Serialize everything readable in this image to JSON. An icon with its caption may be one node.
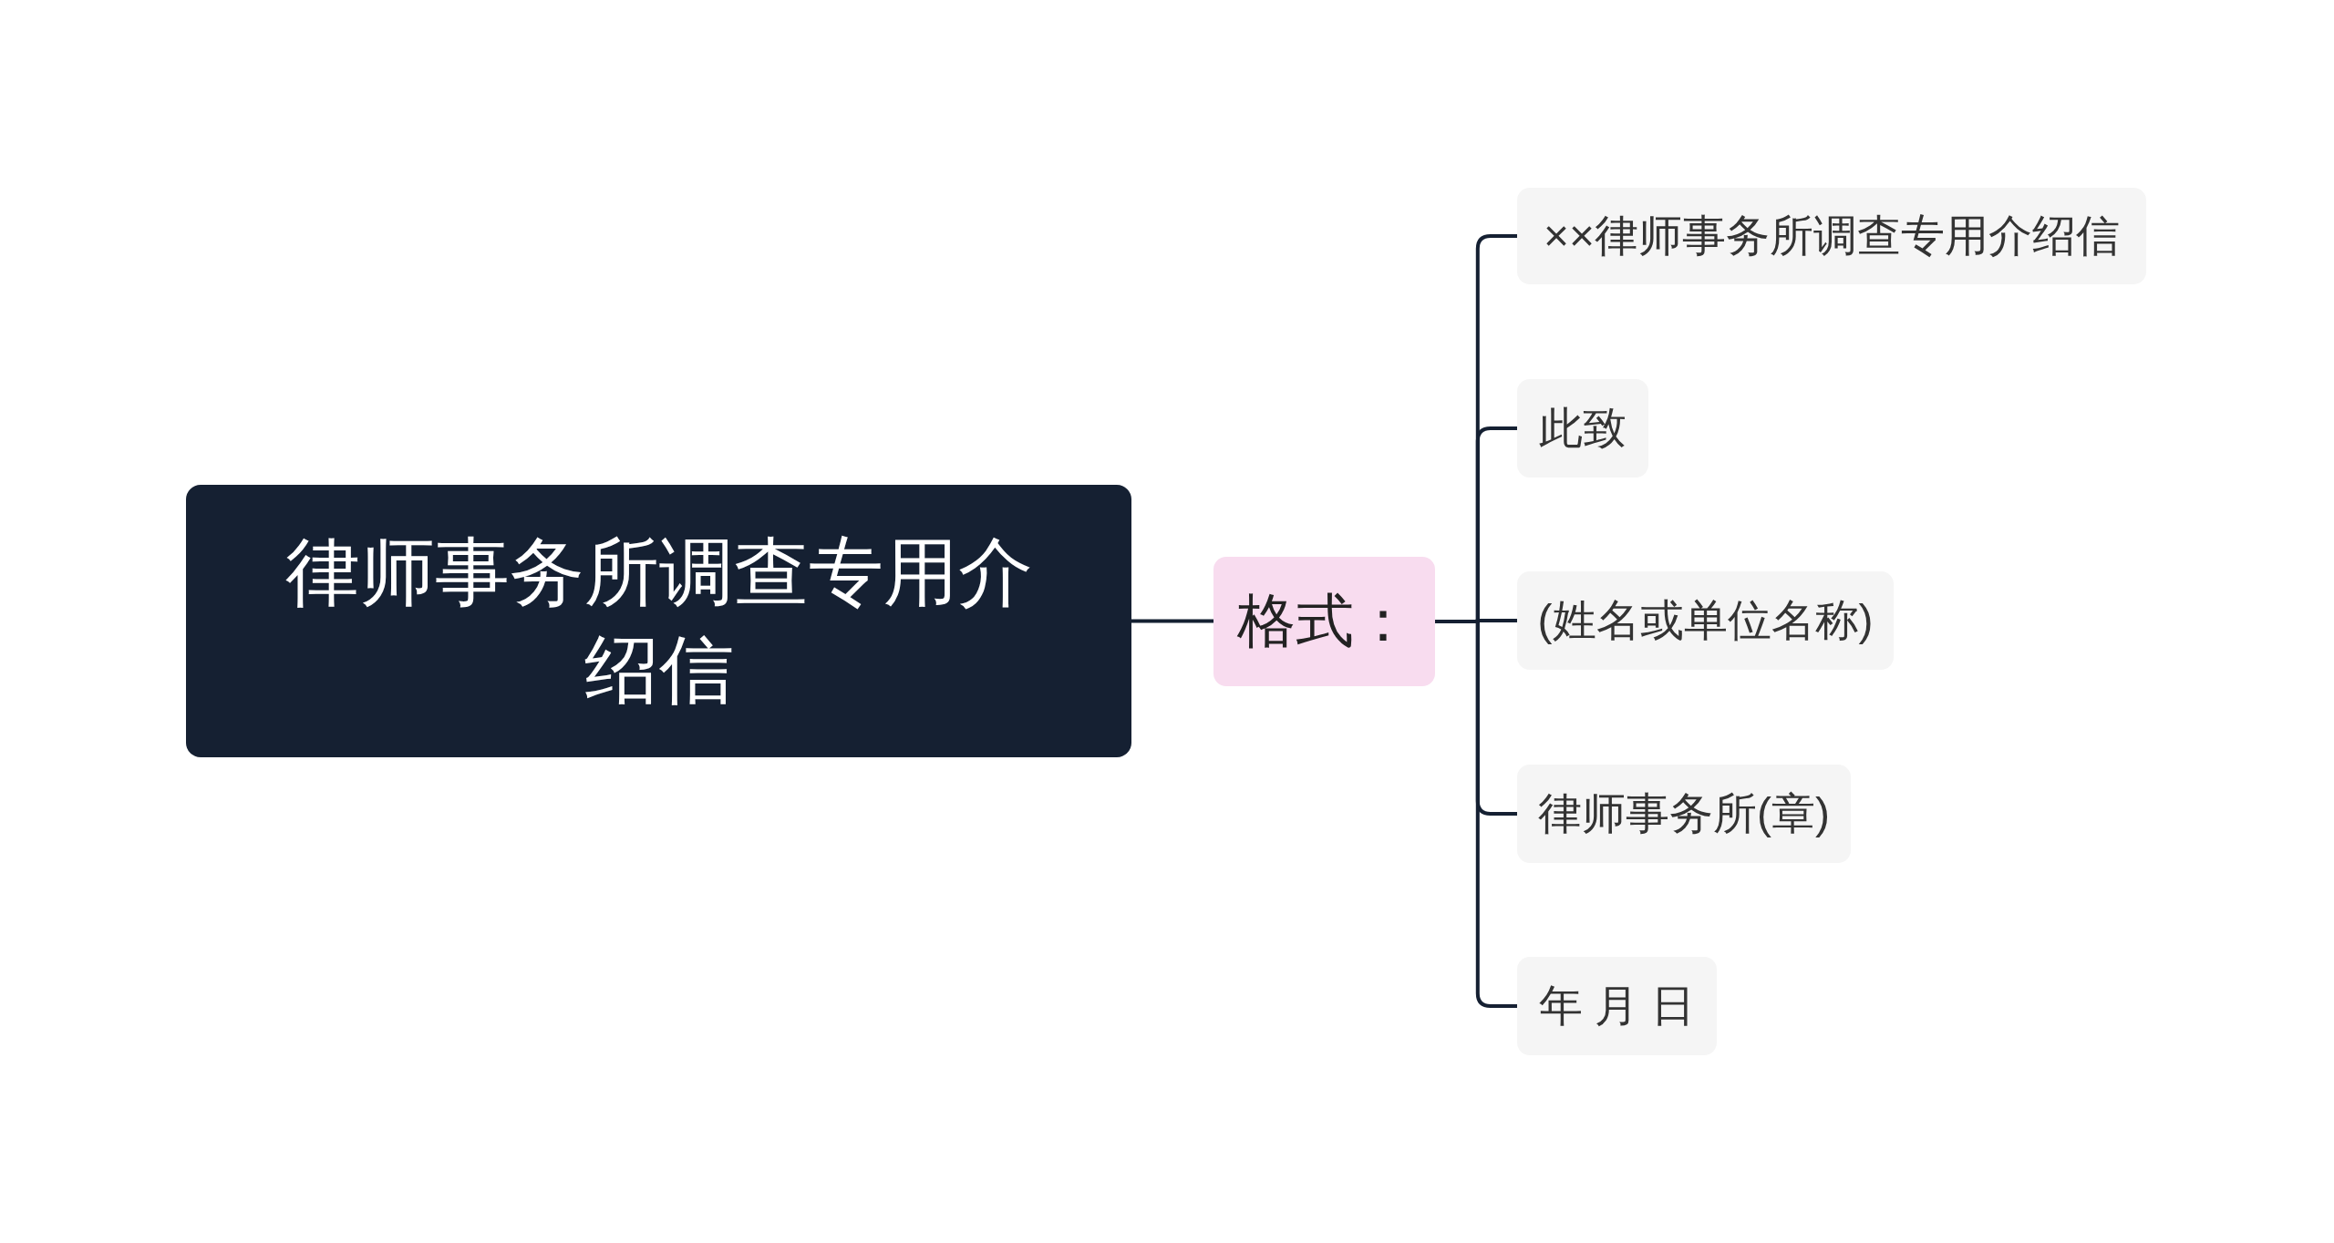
{
  "diagram": {
    "nodes": [
      {
        "text": [
          "律师事务所调查专用介绍信"
        ]
      },
      {
        "text": [
          "格式："
        ]
      },
      {
        "text": [
          "××律师事务所调查专用介绍信"
        ]
      },
      {
        "text": [
          "此致"
        ]
      },
      {
        "text": [
          "(姓名或单位名称)"
        ]
      },
      {
        "text": [
          "律师事务所(章)"
        ]
      },
      {
        "text": [
          "年 月 日"
        ]
      }
    ],
    "edges": [
      {
        "from": 0,
        "to": 1,
        "arrow": "none"
      },
      {
        "from": 1,
        "to": 2,
        "arrow": "none"
      },
      {
        "from": 1,
        "to": 3,
        "arrow": "none"
      },
      {
        "from": 1,
        "to": 4,
        "arrow": "none"
      },
      {
        "from": 1,
        "to": 5,
        "arrow": "none"
      },
      {
        "from": 1,
        "to": 6,
        "arrow": "none"
      }
    ]
  }
}
